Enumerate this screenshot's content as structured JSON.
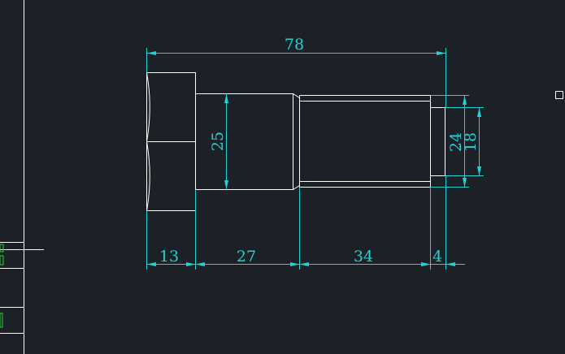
{
  "drawing": {
    "background": "#1c2127",
    "geometry_color": "#ffffff",
    "dimension_color": "#22d3d6",
    "panel_green": "#2ecc40",
    "panel_line": "#ffffff",
    "dimensions": {
      "overall_length": "78",
      "head_length": "13",
      "shank_length": "27",
      "thread_length": "34",
      "neck_length": "4",
      "shank_diameter": "25",
      "thread_diameter": "24",
      "neck_diameter": "18"
    }
  }
}
